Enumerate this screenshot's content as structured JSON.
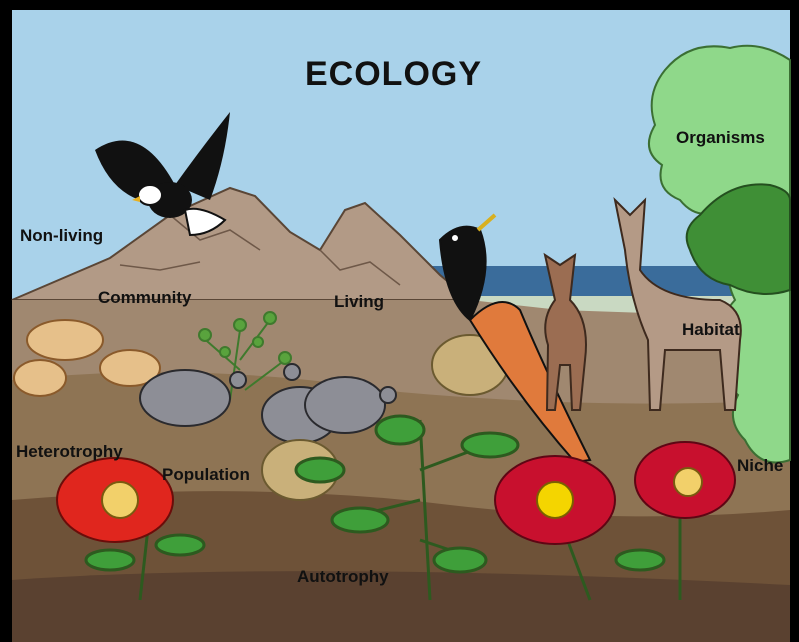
{
  "title": "ECOLOGY",
  "labels": {
    "non_living": "Non-living",
    "community": "Community",
    "living": "Living",
    "organisms": "Organisms",
    "habitat": "Habitat",
    "heterotrophy": "Heterotrophy",
    "population": "Population",
    "niche": "Niche",
    "autotrophy": "Autotrophy"
  },
  "colors": {
    "frame": "#000000",
    "sky": "#a9d2ea",
    "water": "#3a6c9b",
    "mountain": "#b29a86",
    "ground": "#8e7454",
    "foreground": "#6e5238",
    "foliage_light": "#8fd88a",
    "foliage_dark": "#3f8f36",
    "red_flower": "#e0261e",
    "crimson_flower": "#c8102e",
    "bird_breast": "#e07a3c"
  }
}
